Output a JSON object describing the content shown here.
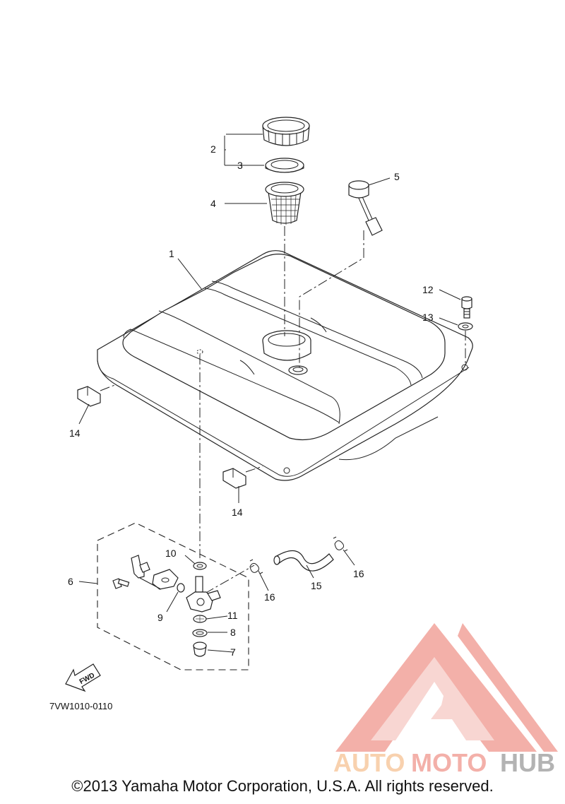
{
  "diagram": {
    "callouts": [
      "1",
      "2",
      "3",
      "4",
      "5",
      "6",
      "7",
      "8",
      "9",
      "10",
      "11",
      "12",
      "13",
      "14",
      "14",
      "15",
      "16",
      "16"
    ],
    "diagram_code": "7VW1010-0110",
    "fwd_label": "FWD"
  },
  "watermark": {
    "word_part1": "AUTO",
    "word_part2": "MOTO",
    "word_part3": "HUB",
    "color_light": "#f7c9a0",
    "color_mid": "#f28f88",
    "color_dark": "#a6a6a6"
  },
  "footer": {
    "copyright": "©2013 Yamaha Motor Corporation, U.S.A. All rights reserved."
  }
}
